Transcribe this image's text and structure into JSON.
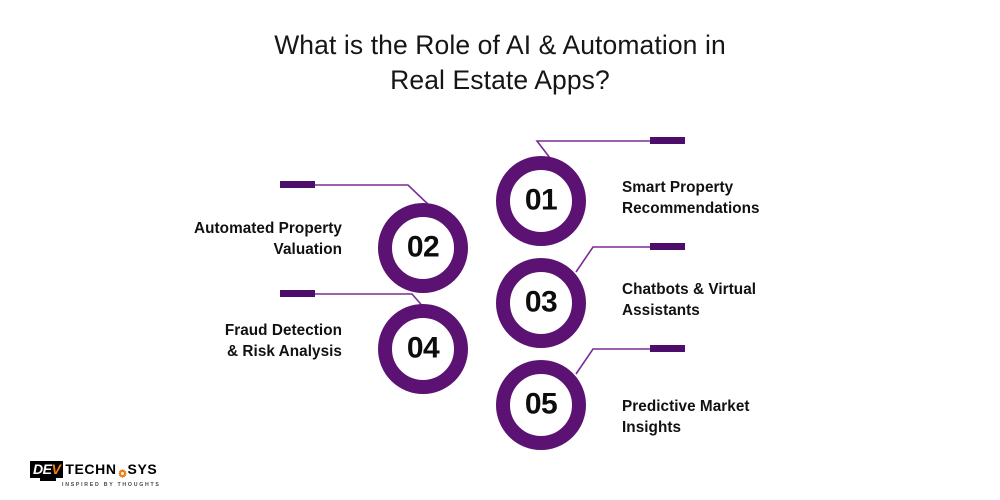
{
  "title": {
    "line1": "What is the Role of AI & Automation in",
    "line2": "Real Estate Apps?"
  },
  "theme": {
    "ring_color": "#5B1273",
    "line_color": "#7A2C96",
    "bar_color": "#4C0D6B",
    "number_color": "#0d0d0d",
    "label_color": "#111111",
    "title_color": "#161616",
    "background": "#ffffff",
    "logo_accent": "#F07E13"
  },
  "items": [
    {
      "number": "01",
      "label_line1": "Smart Property",
      "label_line2": "Recommendations",
      "side": "right"
    },
    {
      "number": "02",
      "label_line1": "Automated Property",
      "label_line2": "Valuation",
      "side": "left"
    },
    {
      "number": "03",
      "label_line1": "Chatbots & Virtual",
      "label_line2": "Assistants",
      "side": "right"
    },
    {
      "number": "04",
      "label_line1": "Fraud Detection",
      "label_line2": "& Risk Analysis",
      "side": "left"
    },
    {
      "number": "05",
      "label_line1": "Predictive Market",
      "label_line2": "Insights",
      "side": "right"
    }
  ],
  "logo": {
    "dev_d": "D",
    "dev_e": "E",
    "dev_v": "V",
    "word_part1": "TECHN",
    "word_part2": "SYS",
    "gear": "gear-icon",
    "tagline": "INSPIRED BY THOUGHTS"
  }
}
